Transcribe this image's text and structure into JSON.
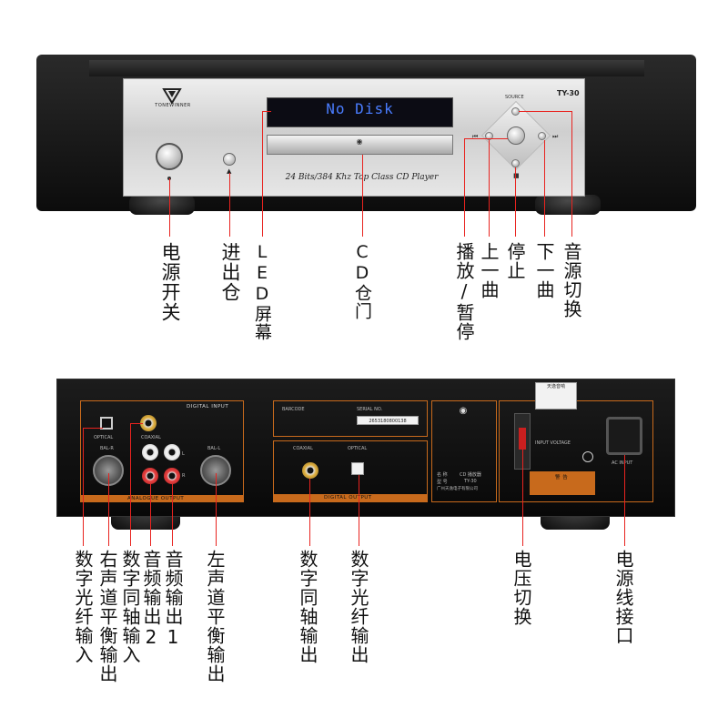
{
  "front": {
    "brand_name": "TONEWINNER",
    "model": "TY-30",
    "display_text": "No Disk",
    "spec_text": "24 Bits/384 Khz  Top Class  CD Player",
    "source_label": "SOURCE",
    "tray_logo": "disc"
  },
  "front_callouts": [
    {
      "label": "电源开关"
    },
    {
      "label": "进出仓"
    },
    {
      "label": "LED屏幕"
    },
    {
      "label": "CD仓门"
    },
    {
      "label": "播放/暂停"
    },
    {
      "label": "上一曲"
    },
    {
      "label": "停止"
    },
    {
      "label": "下一曲"
    },
    {
      "label": "音源切换"
    }
  ],
  "back": {
    "digital_input_title": "DIGITAL INPUT",
    "optical_label": "OPTICAL",
    "coaxial_label": "COAXIAL",
    "bal_r_label": "BAL-R",
    "bal_l_label": "BAL-L",
    "r_label": "R",
    "l_label": "L",
    "analogue_output_title": "ANALOGUE OUTPUT",
    "barcode_label": "BARCODE",
    "serial_label": "SERIAL NO.",
    "serial_value": "2653180800138",
    "digital_output_coaxial": "COAXIAL",
    "digital_output_optical": "OPTICAL",
    "digital_output_title": "DIGITAL OUTPUT",
    "model_label": "型 号",
    "model_value": "TY-30",
    "name_label": "名 称",
    "name_value": "CD 播放器",
    "company": "广州天逸电子有限公司",
    "voltage_label": "INPUT VOLTAGE",
    "ac_input_label": "AC INPUT",
    "warning_label": "警 告",
    "sticker_brand": "天逸音响"
  },
  "back_callouts": [
    {
      "label": "数字光纤输入"
    },
    {
      "label": "右声道平衡输出"
    },
    {
      "label": "数字同轴输入"
    },
    {
      "label": "音频输出2"
    },
    {
      "label": "音频输出1"
    },
    {
      "label": "左声道平衡输出"
    },
    {
      "label": "数字同轴输出"
    },
    {
      "label": "数字光纤输出"
    },
    {
      "label": "电压切换"
    },
    {
      "label": "电源线接口"
    }
  ],
  "colors": {
    "callout_line": "#e8231f",
    "accent_orange": "#c86a1c",
    "display_blue": "#4a7dff"
  }
}
